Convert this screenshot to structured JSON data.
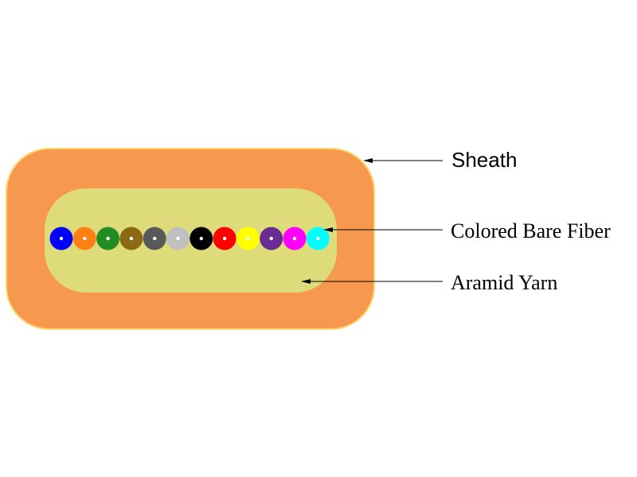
{
  "labels": {
    "sheath": "Sheath",
    "fiber": "Colored Bare Fiber",
    "yarn": "Aramid Yarn"
  },
  "colors": {
    "sheath": "#F7984F",
    "sheath_edge": "#FFD56A",
    "yarn": "#DEDC7A",
    "fiber_core": "#FFFFFF",
    "leader": "#000000"
  },
  "fibers": [
    {
      "name": "blue",
      "color": "#0000FF"
    },
    {
      "name": "orange",
      "color": "#FF7F14"
    },
    {
      "name": "green",
      "color": "#228B22"
    },
    {
      "name": "brown",
      "color": "#8B6914"
    },
    {
      "name": "gray",
      "color": "#595959"
    },
    {
      "name": "white",
      "color": "#C0C0C0"
    },
    {
      "name": "black",
      "color": "#000000"
    },
    {
      "name": "red",
      "color": "#FF0000"
    },
    {
      "name": "yellow",
      "color": "#FFFF00"
    },
    {
      "name": "violet",
      "color": "#6A2C91"
    },
    {
      "name": "rose",
      "color": "#FF00FF"
    },
    {
      "name": "aqua",
      "color": "#00FFFF"
    }
  ]
}
